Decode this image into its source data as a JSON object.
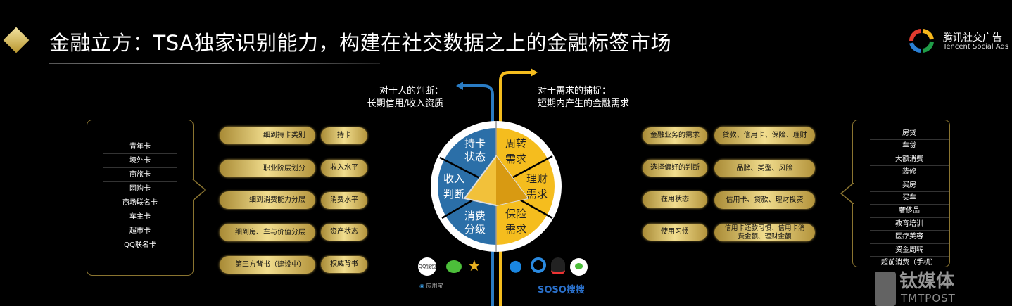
{
  "header": {
    "title": "金融立方：TSA独家识别能力，构建在社交数据之上的金融标签市场",
    "logo_cn": "腾讯社交广告",
    "logo_en": "Tencent Social Ads"
  },
  "left_note": [
    "对于人的判断：",
    "长期信用/收入资质"
  ],
  "right_note": [
    "对于需求的捕捉：",
    "短期内产生的金融需求"
  ],
  "left_list": [
    "青年卡",
    "境外卡",
    "商旅卡",
    "网购卡",
    "商场联名卡",
    "车主卡",
    "超市卡",
    "QQ联名卡"
  ],
  "left_rows": [
    {
      "detail": "细到持卡类别",
      "tag": "持卡"
    },
    {
      "detail": "职业阶层划分",
      "tag": "收入水平"
    },
    {
      "detail": "细到消费能力分层",
      "tag": "消费水平"
    },
    {
      "detail": "细到房、车与价值分层",
      "tag": "资产状态"
    },
    {
      "detail": "第三方背书（建设中）",
      "tag": "权威背书"
    }
  ],
  "right_rows": [
    {
      "tag": "金融业务的需求",
      "detail": "贷款、信用卡、保险、理财"
    },
    {
      "tag": "选择偏好的判断",
      "detail": "品牌、类型、风险"
    },
    {
      "tag": "在用状态",
      "detail": "信用卡、贷款、理财投资"
    },
    {
      "tag": "使用习惯",
      "detail": "信用卡还款习惯、信用卡消费金额、理财金额"
    }
  ],
  "right_list": [
    "房贷",
    "车贷",
    "大额消费",
    "装修",
    "买房",
    "买车",
    "奢侈品",
    "教育培训",
    "医疗美容",
    "资金周转",
    "超前消费（手机）"
  ],
  "wheel": {
    "left": [
      [
        "持卡",
        "状态"
      ],
      [
        "收入",
        "判断"
      ],
      [
        "消费",
        "分级"
      ]
    ],
    "right": [
      [
        "周转",
        "需求"
      ],
      [
        "理财",
        "需求"
      ],
      [
        "保险",
        "需求"
      ]
    ],
    "colors": {
      "left": "#2b6fa8",
      "right": "#f5bd1e"
    }
  },
  "apps_left": [
    "QQ钱包",
    "应用宝"
  ],
  "apps_right": [
    "SOSO搜搜"
  ],
  "watermark": {
    "cn": "钛媒体",
    "en": "TMTPOST"
  }
}
